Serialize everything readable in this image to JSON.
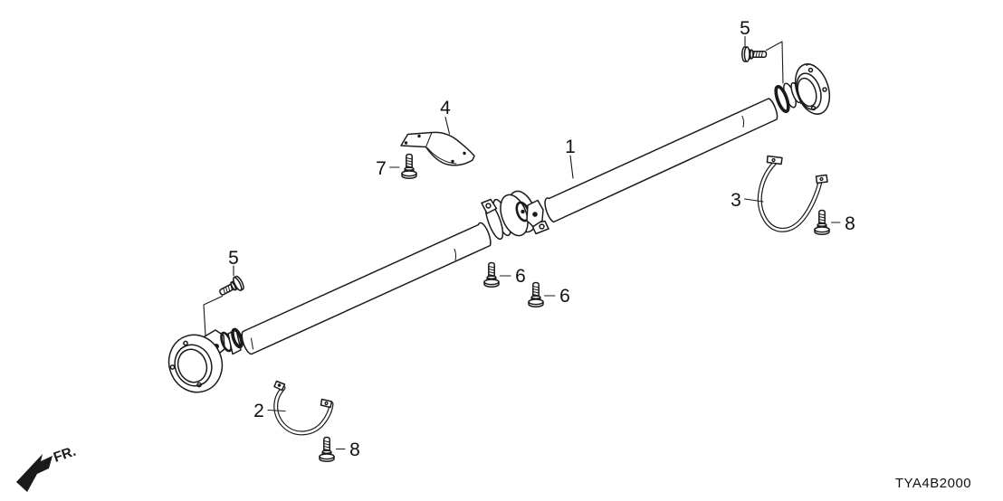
{
  "diagram": {
    "background": "#ffffff",
    "line_color": "#1a1a1a",
    "code": "TYA4B2000",
    "direction_label": "FR.",
    "callouts": [
      {
        "id": "shaft",
        "label": "1"
      },
      {
        "id": "strap-front",
        "label": "2"
      },
      {
        "id": "strap-rear",
        "label": "3"
      },
      {
        "id": "damper-plate",
        "label": "4"
      },
      {
        "id": "bolt-5-rear",
        "label": "5"
      },
      {
        "id": "bolt-5-front",
        "label": "5"
      },
      {
        "id": "bolt-6-upper",
        "label": "6"
      },
      {
        "id": "bolt-6-lower",
        "label": "6"
      },
      {
        "id": "bolt-7",
        "label": "7"
      },
      {
        "id": "bolt-8-rear",
        "label": "8"
      },
      {
        "id": "bolt-8-front",
        "label": "8"
      }
    ]
  }
}
